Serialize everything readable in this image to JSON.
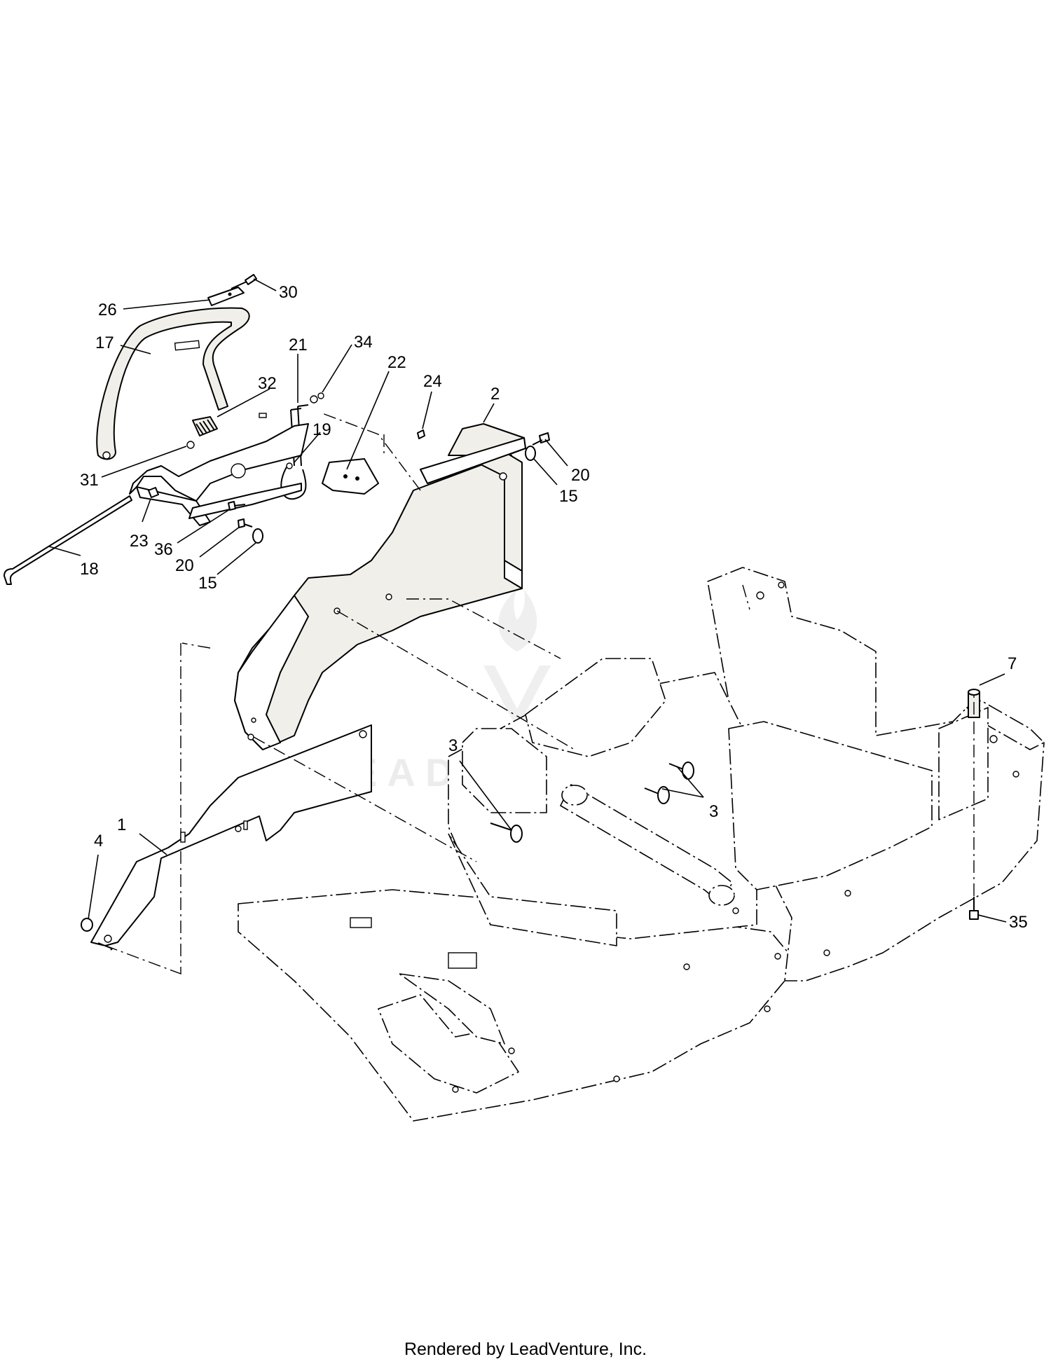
{
  "callouts": [
    {
      "id": "c-30",
      "label": "30"
    },
    {
      "id": "c-26",
      "label": "26"
    },
    {
      "id": "c-17",
      "label": "17"
    },
    {
      "id": "c-21",
      "label": "21"
    },
    {
      "id": "c-34",
      "label": "34"
    },
    {
      "id": "c-22",
      "label": "22"
    },
    {
      "id": "c-24",
      "label": "24"
    },
    {
      "id": "c-2",
      "label": "2"
    },
    {
      "id": "c-32",
      "label": "32"
    },
    {
      "id": "c-19",
      "label": "19"
    },
    {
      "id": "c-20a",
      "label": "20"
    },
    {
      "id": "c-15a",
      "label": "15"
    },
    {
      "id": "c-31",
      "label": "31"
    },
    {
      "id": "c-23",
      "label": "23"
    },
    {
      "id": "c-36",
      "label": "36"
    },
    {
      "id": "c-20b",
      "label": "20"
    },
    {
      "id": "c-15b",
      "label": "15"
    },
    {
      "id": "c-18",
      "label": "18"
    },
    {
      "id": "c-7",
      "label": "7"
    },
    {
      "id": "c-3a",
      "label": "3"
    },
    {
      "id": "c-3b",
      "label": "3"
    },
    {
      "id": "c-1",
      "label": "1"
    },
    {
      "id": "c-4",
      "label": "4"
    },
    {
      "id": "c-35",
      "label": "35"
    }
  ],
  "watermark": {
    "text": "LEADVENTURE",
    "color": "#9a9a9a"
  },
  "footer": {
    "text": "Rendered by LeadVenture, Inc."
  }
}
